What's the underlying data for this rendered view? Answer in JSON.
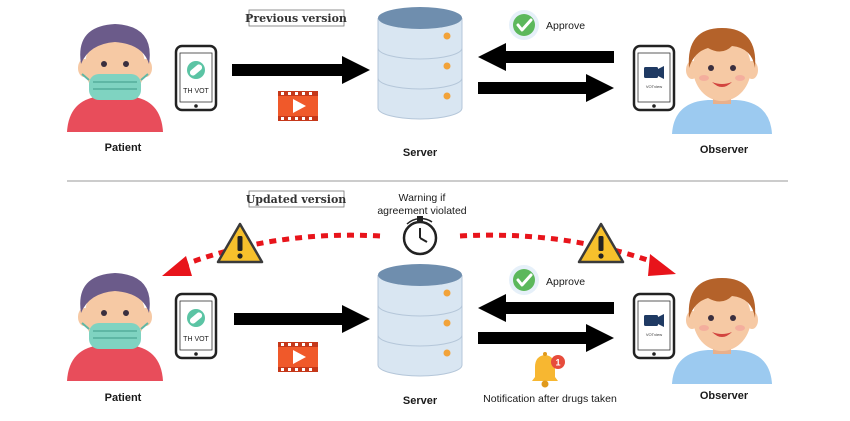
{
  "top": {
    "version_label": "Previous version",
    "patient_label": "Patient",
    "server_label": "Server",
    "observer_label": "Observer",
    "approve_label": "Approve",
    "patient_phone_text": "TH VOT",
    "observer_phone_text": "VOTview"
  },
  "bottom": {
    "version_label": "Updated version",
    "patient_label": "Patient",
    "server_label": "Server",
    "observer_label": "Observer",
    "approve_label": "Approve",
    "warning_line1": "Warning if",
    "warning_line2": "agreement violated",
    "notification_label": "Notification after drugs taken",
    "notification_count": "1",
    "patient_phone_text": "TH VOT",
    "observer_phone_text": "VOTview"
  },
  "colors": {
    "arrow": "#000000",
    "dashed_arrow": "#e8141b",
    "server_body": "#c9d9e8",
    "server_light": "#6f8eae",
    "server_dot": "#f2a33a",
    "skin": "#f6c9a4",
    "patient_hair": "#6b5b8a",
    "mask": "#7fd3c1",
    "patient_shirt": "#e84d5b",
    "observer_hair": "#b4622a",
    "observer_shirt": "#9ccaf0",
    "warning": "#f6c02c",
    "approve": "#5cb85c",
    "video": "#f0592a",
    "bell": "#f7b731",
    "badge": "#e74c3c"
  },
  "icons": [
    "patient-avatar",
    "smartphone-pill-icon",
    "video-play-icon",
    "server-icon",
    "smartphone-video-icon",
    "observer-avatar",
    "approve-check-icon",
    "warning-icon",
    "stopwatch-icon",
    "bell-icon"
  ]
}
